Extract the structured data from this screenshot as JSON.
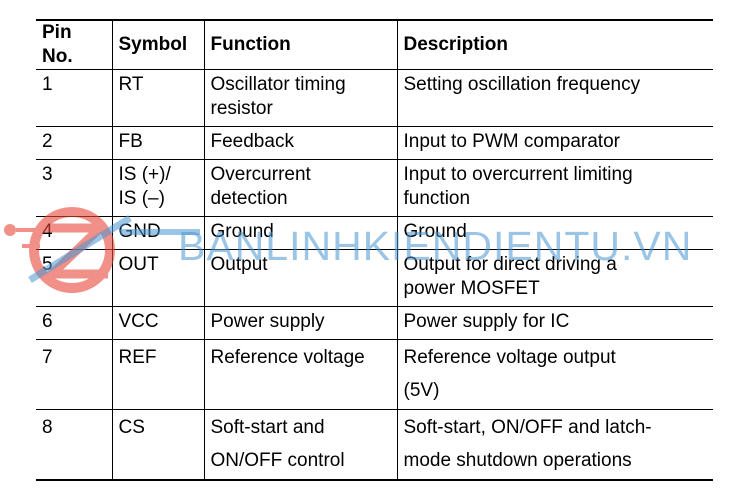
{
  "table": {
    "headers": [
      "Pin No.",
      "Symbol",
      "Function",
      "Description"
    ],
    "rows": [
      {
        "pin": "1",
        "symbol": [
          "RT"
        ],
        "function": [
          "Oscillator timing",
          "resistor"
        ],
        "description": [
          "Setting oscillation frequency"
        ]
      },
      {
        "pin": "2",
        "symbol": [
          "FB"
        ],
        "function": [
          "Feedback"
        ],
        "description": [
          "Input to PWM comparator"
        ]
      },
      {
        "pin": "3",
        "symbol": [
          "IS (+)/",
          "IS (–)"
        ],
        "function": [
          "Overcurrent",
          "detection"
        ],
        "description": [
          "Input to overcurrent limiting",
          "function"
        ]
      },
      {
        "pin": "4",
        "symbol": [
          "GND"
        ],
        "function": [
          "Ground"
        ],
        "description": [
          "Ground"
        ]
      },
      {
        "pin": "5",
        "symbol": [
          "OUT"
        ],
        "function": [
          "Output"
        ],
        "description": [
          "Output for direct driving a",
          "power MOSFET"
        ]
      },
      {
        "pin": "6",
        "symbol": [
          "VCC"
        ],
        "function": [
          "Power supply"
        ],
        "description": [
          "Power supply for IC"
        ]
      },
      {
        "pin": "7",
        "symbol": [
          "REF"
        ],
        "function": [
          "Reference voltage"
        ],
        "description": [
          "Reference voltage output",
          "(5V)"
        ]
      },
      {
        "pin": "8",
        "symbol": [
          "CS"
        ],
        "function": [
          "Soft-start and",
          "ON/OFF control"
        ],
        "description": [
          "Soft-start, ON/OFF and latch-",
          "mode shutdown operations"
        ]
      }
    ]
  },
  "watermark": {
    "text": "BANLINHKIENDIENTU.VN",
    "color": "#4a96d2",
    "logo_color": "#e8483a"
  }
}
